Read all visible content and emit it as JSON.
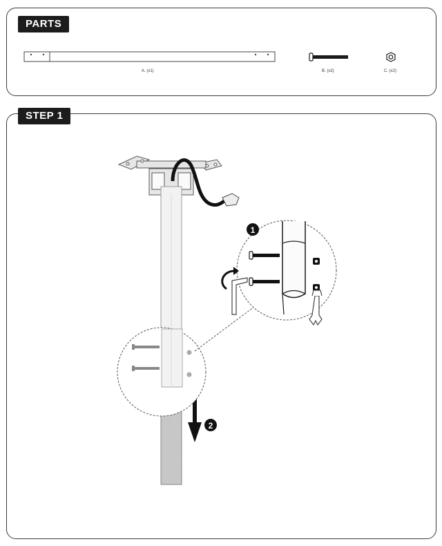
{
  "parts_section": {
    "title": "PARTS",
    "items": [
      {
        "id": "A",
        "label": "A. (x1)"
      },
      {
        "id": "B",
        "label": "B. (x2)"
      },
      {
        "id": "C",
        "label": "C. (x2)"
      }
    ]
  },
  "step_section": {
    "title": "STEP 1",
    "callouts": [
      "1",
      "2"
    ]
  }
}
